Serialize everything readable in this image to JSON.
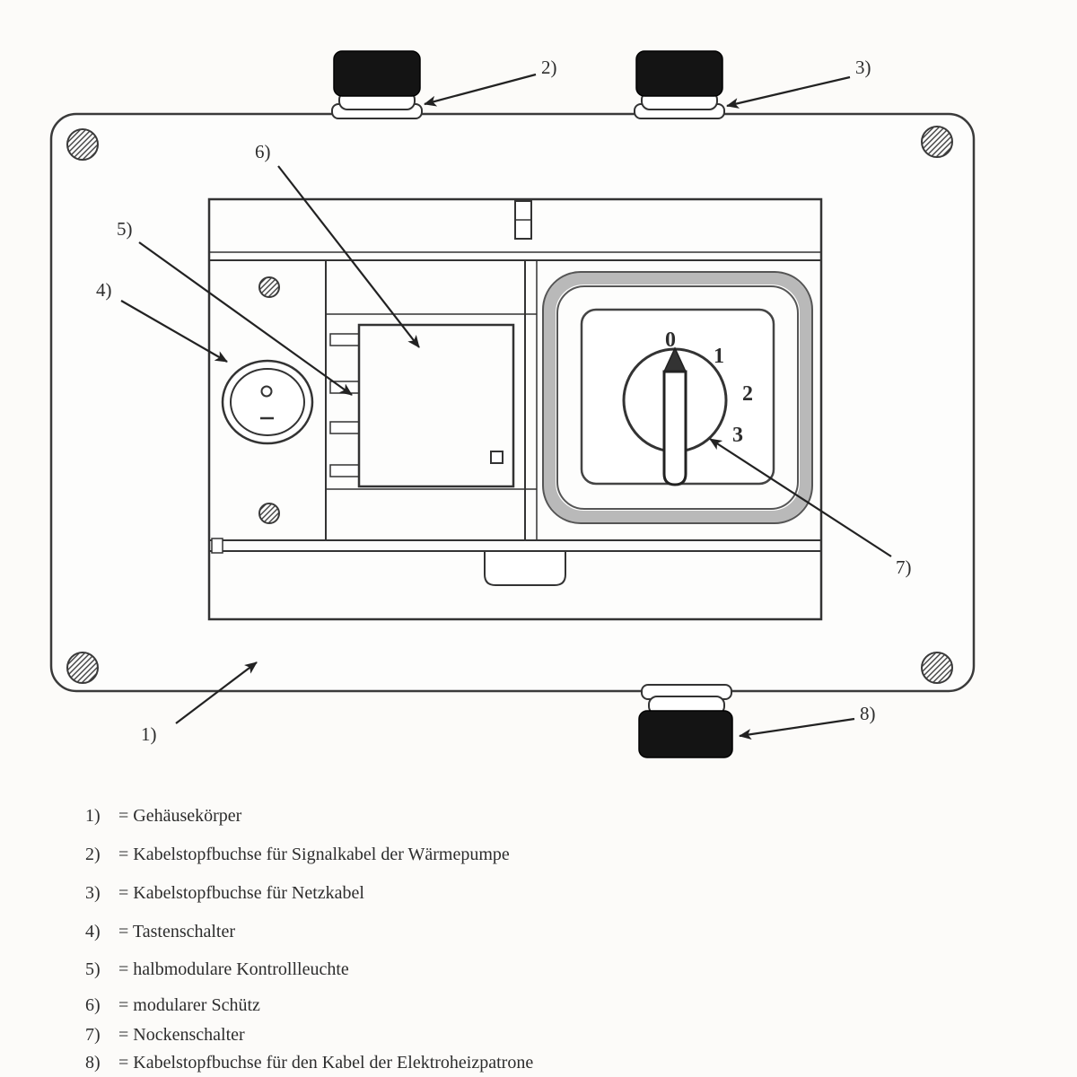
{
  "diagram": {
    "callouts": {
      "n1": "1)",
      "n2": "2)",
      "n3": "3)",
      "n4": "4)",
      "n5": "5)",
      "n6": "6)",
      "n7": "7)",
      "n8": "8)"
    },
    "cam_switch": {
      "positions": [
        "0",
        "1",
        "2",
        "3"
      ]
    },
    "colors": {
      "line": "#333333",
      "gland_black": "#141414",
      "frame_gray": "#b9b9b9",
      "background": "#fcfbf9"
    }
  },
  "legend": {
    "items": [
      {
        "num": "1)",
        "text": "= Gehäusekörper"
      },
      {
        "num": "2)",
        "text": "= Kabelstopfbuchse für Signalkabel der Wärmepumpe"
      },
      {
        "num": "3)",
        "text": "= Kabelstopfbuchse für Netzkabel"
      },
      {
        "num": "4)",
        "text": "= Tastenschalter"
      },
      {
        "num": "5)",
        "text": "= halbmodulare Kontrollleuchte"
      },
      {
        "num": "6)",
        "text": "= modularer Schütz"
      },
      {
        "num": "7)",
        "text": "= Nockenschalter"
      },
      {
        "num": "8)",
        "text": "= Kabelstopfbuchse für den Kabel der Elektroheizpatrone"
      }
    ]
  }
}
